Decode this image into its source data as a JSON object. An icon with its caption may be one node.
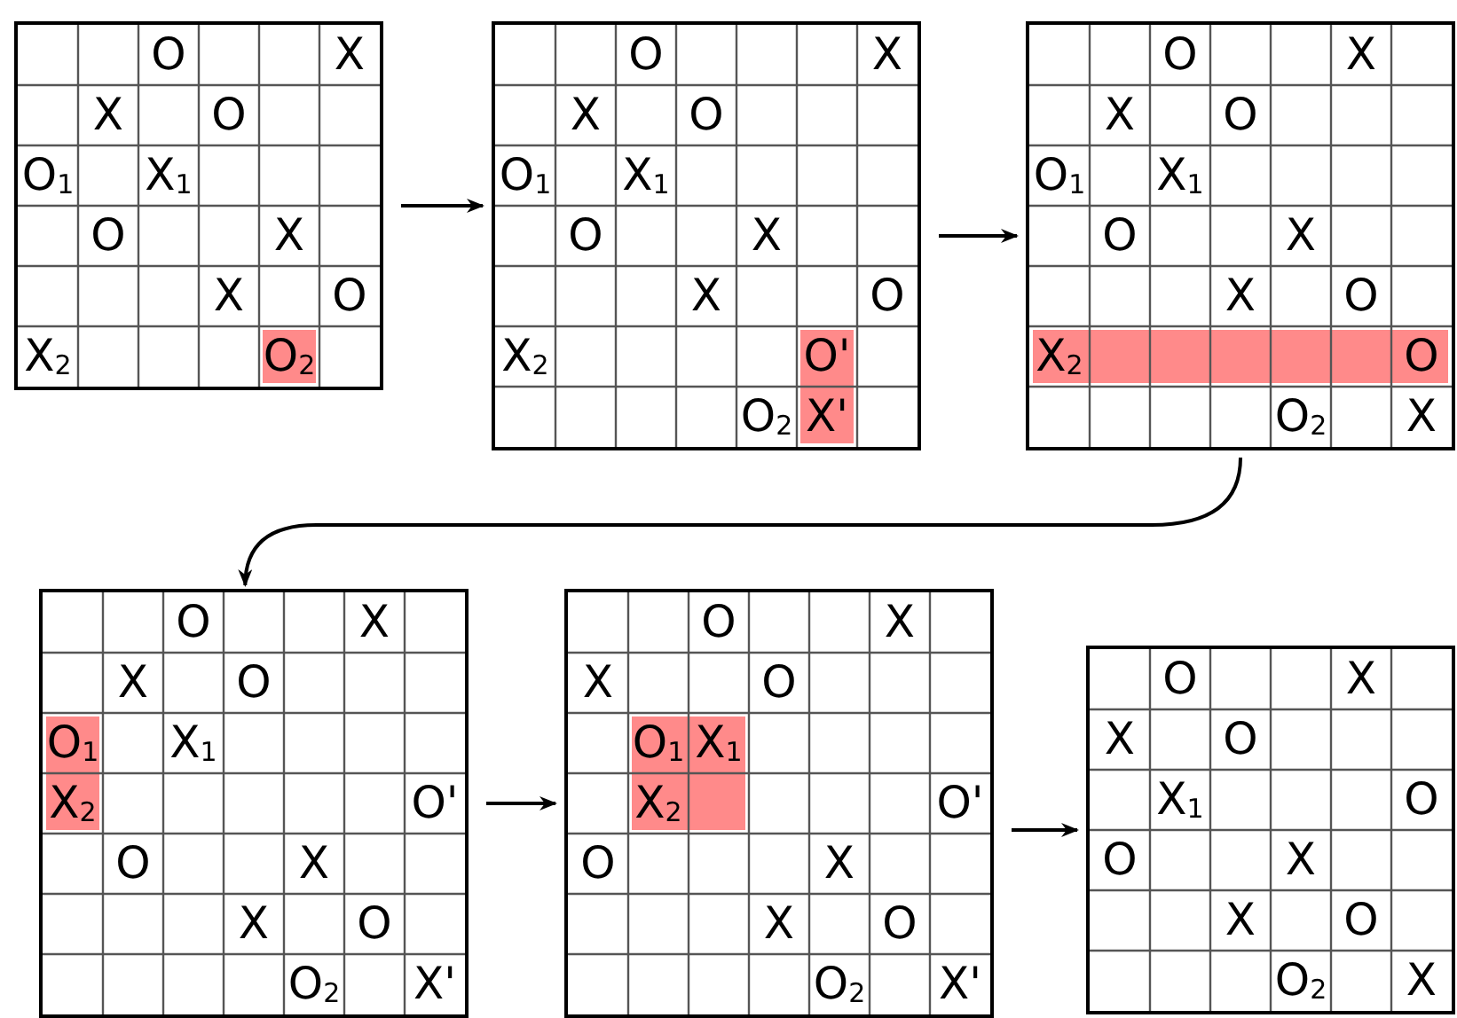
{
  "diagram": {
    "nodes": [
      {
        "text": [
          "O",
          "X",
          "X",
          "O",
          "O$_{1}$",
          "X$_{1}$",
          "O",
          "X",
          "X",
          "O",
          "X$_{2}$",
          "O$_{2}$"
        ]
      },
      {
        "text": [
          "O",
          "X",
          "X",
          "O",
          "O$_{1}$",
          "X$_{1}$",
          "O",
          "X",
          "X",
          "O",
          "X$_{2}$",
          "O'",
          "O$_{2}$",
          "X'"
        ]
      },
      {
        "text": [
          "O",
          "X",
          "X",
          "O",
          "O$_{1}$",
          "X$_{1}$",
          "O",
          "X",
          "X",
          "O",
          "X$_{2}$",
          "O",
          "O$_{2}$",
          "X"
        ]
      },
      {
        "text": [
          "O",
          "X",
          "X",
          "O",
          "O$_{1}$",
          "X$_{1}$",
          "X$_{2}$",
          "O'",
          "O",
          "X",
          "X",
          "O",
          "O$_{2}$",
          "X'"
        ]
      },
      {
        "text": [
          "O",
          "X",
          "X",
          "O",
          "O$_{1}$",
          "X$_{1}$",
          "X$_{2}$",
          "O'",
          "O",
          "X",
          "X",
          "O",
          "O$_{2}$",
          "X'"
        ]
      },
      {
        "text": [
          "O",
          "X",
          "X",
          "O",
          "X$_{1}$",
          "O",
          "O",
          "X",
          "X",
          "O",
          "O$_{2}$",
          "X"
        ]
      }
    ],
    "edges": [
      {
        "from": 0,
        "to": 1,
        "arrow": "to"
      },
      {
        "from": 1,
        "to": 2,
        "arrow": "to"
      },
      {
        "from": 2,
        "to": 3,
        "arrow": "to"
      },
      {
        "from": 3,
        "to": 4,
        "arrow": "to"
      },
      {
        "from": 4,
        "to": 5,
        "arrow": "to"
      }
    ]
  }
}
